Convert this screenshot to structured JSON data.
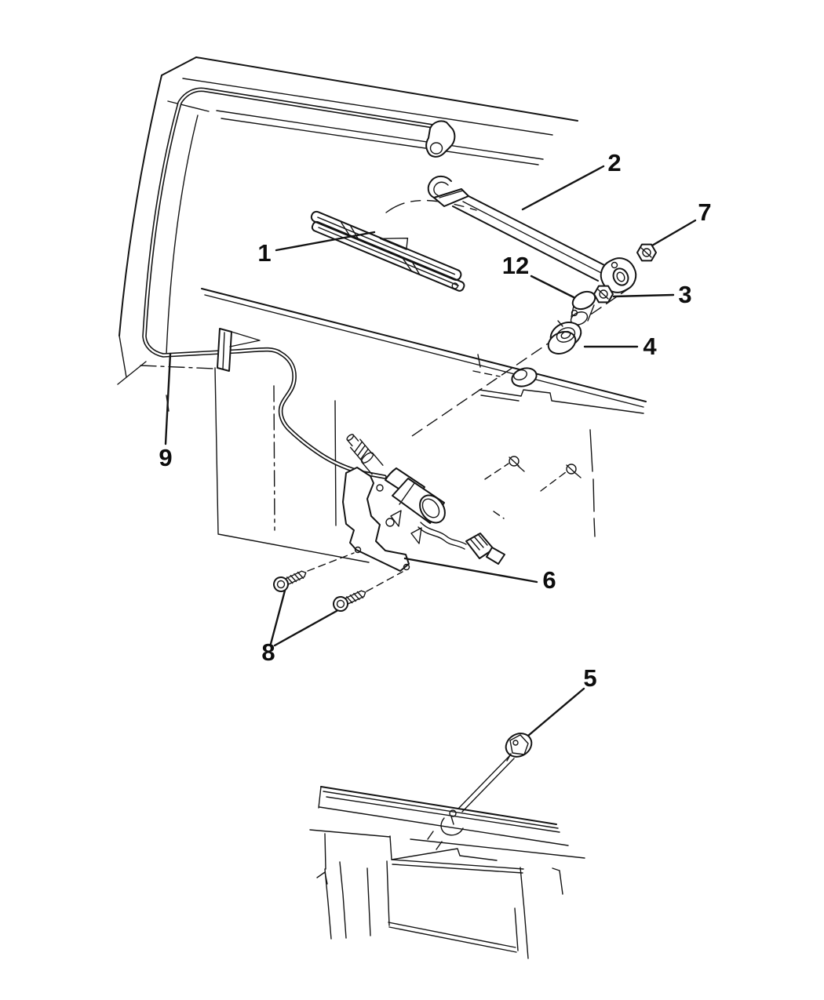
{
  "diagram": {
    "background_color": "#ffffff",
    "line_color": "#141414",
    "callouts": {
      "n1": {
        "label": "1"
      },
      "n2": {
        "label": "2"
      },
      "n3": {
        "label": "3"
      },
      "n4": {
        "label": "4"
      },
      "n5": {
        "label": "5"
      },
      "n6": {
        "label": "6"
      },
      "n7": {
        "label": "7"
      },
      "n8": {
        "label": "8"
      },
      "n9": {
        "label": "9"
      },
      "n12": {
        "label": "12"
      }
    }
  }
}
